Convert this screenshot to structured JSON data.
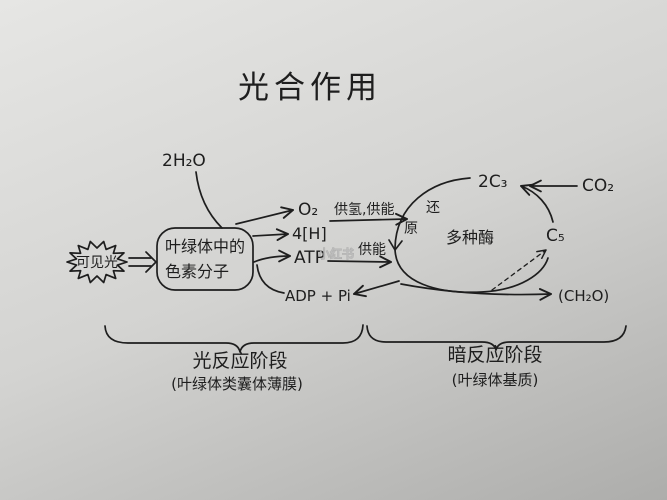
{
  "title": "光合作用",
  "colors": {
    "ink": "#1e1e1e",
    "paper_light": "#e6e6e4",
    "paper_mid": "#d3d3d1",
    "paper_dark": "#adadab",
    "watermark": "#ffffff"
  },
  "light_reaction": {
    "light": "可见光",
    "water": "2H₂O",
    "pigment": [
      "叶绿体中的",
      "色素分子"
    ],
    "oxygen": "O₂",
    "hydrogen": "4[H]",
    "atp": "ATP",
    "adp": "ADP + Pi"
  },
  "links": {
    "h_and_energy": "供氢,供能",
    "energy": "供能",
    "reduction": [
      "还",
      "原"
    ]
  },
  "dark_reaction": {
    "c3": "2C₃",
    "co2": "CO₂",
    "c5": "C₅",
    "enzymes": "多种酶",
    "product": "(CH₂O)"
  },
  "stages": [
    {
      "name": "光反应阶段",
      "location": "(叶绿体类囊体薄膜)"
    },
    {
      "name": "暗反应阶段",
      "location": "(叶绿体基质)"
    }
  ],
  "watermark": "小红书"
}
